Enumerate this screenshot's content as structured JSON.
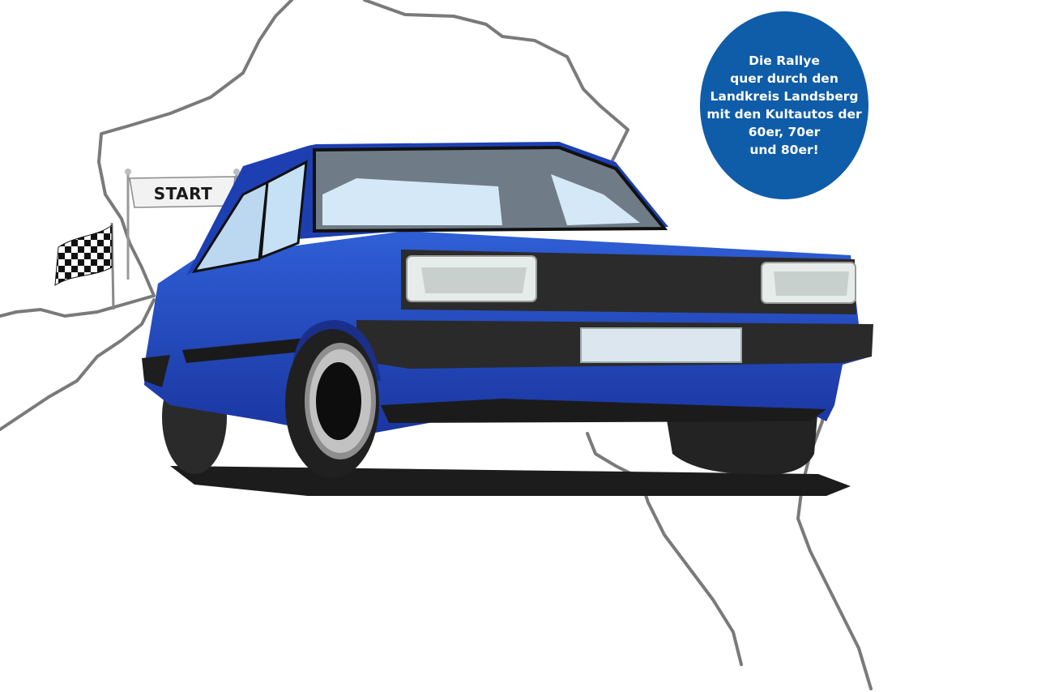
{
  "banner": {
    "label": "START"
  },
  "badge": {
    "lines": [
      "Die Rallye",
      "quer durch den",
      "Landkreis Landsberg",
      "mit den Kultautos der",
      "60er, 70er",
      "und 80er!"
    ]
  },
  "colors": {
    "badge_blue": "#0f5ca8",
    "car_blue": "#1f43b8",
    "map_line": "#7a7a7a"
  },
  "icons": [
    "checkered-flag-icon",
    "start-banner",
    "classic-car-illustration",
    "map-outline"
  ]
}
